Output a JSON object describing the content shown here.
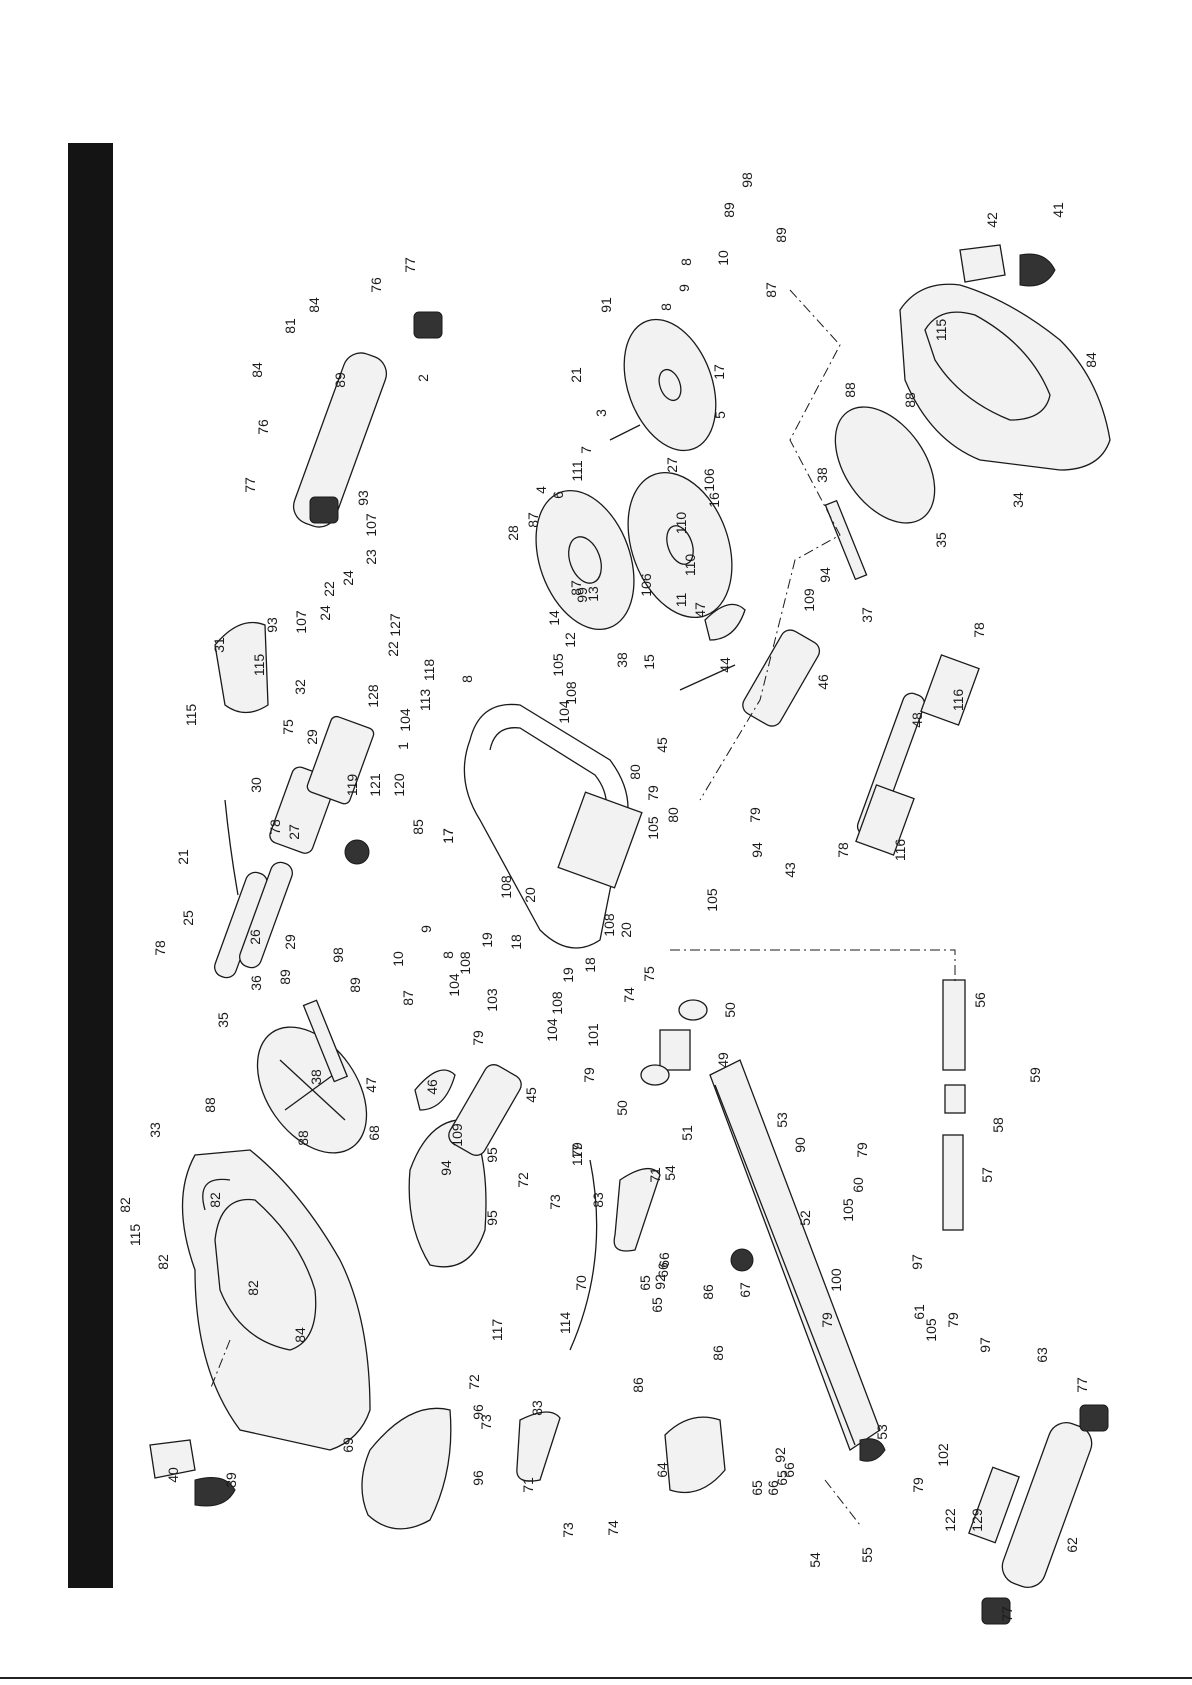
{
  "page": {
    "background": "#ffffff",
    "bar_color": "#141414",
    "line_color": "#1a1a1a"
  },
  "diagram": {
    "type": "exploded parts diagram",
    "part_numbers": [
      "1",
      "2",
      "3",
      "4",
      "5",
      "6",
      "7",
      "8",
      "9",
      "10",
      "11",
      "12",
      "13",
      "14",
      "15",
      "16",
      "17",
      "18",
      "19",
      "20",
      "21",
      "22",
      "23",
      "24",
      "25",
      "26",
      "27",
      "28",
      "29",
      "30",
      "31",
      "32",
      "33",
      "34",
      "35",
      "36",
      "37",
      "38",
      "39",
      "40",
      "41",
      "42",
      "43",
      "44",
      "45",
      "46",
      "47",
      "48",
      "49",
      "50",
      "51",
      "52",
      "53",
      "54",
      "55",
      "56",
      "57",
      "58",
      "59",
      "60",
      "61",
      "62",
      "63",
      "64",
      "65",
      "66",
      "67",
      "68",
      "69",
      "70",
      "71",
      "72",
      "73",
      "74",
      "75",
      "76",
      "77",
      "78",
      "79",
      "80",
      "81",
      "82",
      "83",
      "84",
      "85",
      "86",
      "87",
      "88",
      "89",
      "91",
      "92",
      "93",
      "94",
      "95",
      "96",
      "97",
      "98",
      "99",
      "100",
      "101",
      "102",
      "103",
      "104",
      "105",
      "106",
      "107",
      "108",
      "109",
      "110",
      "111",
      "113",
      "114",
      "115",
      "116",
      "117",
      "118",
      "119",
      "120",
      "121",
      "122",
      "127",
      "128",
      "129"
    ]
  },
  "callouts": [
    {
      "id": "c-115a",
      "text": "115"
    },
    {
      "id": "c-82a",
      "text": "82"
    },
    {
      "id": "c-33",
      "text": "33"
    },
    {
      "id": "c-82b",
      "text": "82"
    },
    {
      "id": "c-82c",
      "text": "82"
    },
    {
      "id": "c-82d",
      "text": "82"
    },
    {
      "id": "c-84a",
      "text": "84"
    },
    {
      "id": "c-88a",
      "text": "88"
    },
    {
      "id": "c-88b",
      "text": "88"
    },
    {
      "id": "c-35a",
      "text": "35"
    },
    {
      "id": "c-40",
      "text": "40"
    },
    {
      "id": "c-39",
      "text": "39"
    },
    {
      "id": "c-69",
      "text": "69"
    },
    {
      "id": "c-96a",
      "text": "96"
    },
    {
      "id": "c-96b",
      "text": "96"
    },
    {
      "id": "c-68",
      "text": "68"
    },
    {
      "id": "c-95a",
      "text": "95"
    },
    {
      "id": "c-95b",
      "text": "95"
    },
    {
      "id": "c-36",
      "text": "36"
    },
    {
      "id": "c-38a",
      "text": "38"
    },
    {
      "id": "c-47a",
      "text": "47"
    },
    {
      "id": "c-46a",
      "text": "46"
    },
    {
      "id": "c-109a",
      "text": "109"
    },
    {
      "id": "c-94a",
      "text": "94"
    },
    {
      "id": "c-29a",
      "text": "29"
    },
    {
      "id": "c-89a",
      "text": "89"
    },
    {
      "id": "c-98a",
      "text": "98"
    },
    {
      "id": "c-89b",
      "text": "89"
    },
    {
      "id": "c-10a",
      "text": "10"
    },
    {
      "id": "c-87a",
      "text": "87"
    },
    {
      "id": "c-78a",
      "text": "78"
    },
    {
      "id": "c-25",
      "text": "25"
    },
    {
      "id": "c-26",
      "text": "26"
    },
    {
      "id": "c-21a",
      "text": "21"
    },
    {
      "id": "c-78b",
      "text": "78"
    },
    {
      "id": "c-27a",
      "text": "27"
    },
    {
      "id": "c-17a",
      "text": "17"
    },
    {
      "id": "c-30",
      "text": "30"
    },
    {
      "id": "c-119",
      "text": "119"
    },
    {
      "id": "c-121",
      "text": "121"
    },
    {
      "id": "c-120",
      "text": "120"
    },
    {
      "id": "c-85",
      "text": "85"
    },
    {
      "id": "c-75a",
      "text": "75"
    },
    {
      "id": "c-29b",
      "text": "29"
    },
    {
      "id": "c-32",
      "text": "32"
    },
    {
      "id": "c-115b",
      "text": "115"
    },
    {
      "id": "c-31",
      "text": "31"
    },
    {
      "id": "c-115c",
      "text": "115"
    },
    {
      "id": "c-77a",
      "text": "77"
    },
    {
      "id": "c-76a",
      "text": "76"
    },
    {
      "id": "c-84b",
      "text": "84"
    },
    {
      "id": "c-81",
      "text": "81"
    },
    {
      "id": "c-89c",
      "text": "89"
    },
    {
      "id": "c-84c",
      "text": "84"
    },
    {
      "id": "c-76b",
      "text": "76"
    },
    {
      "id": "c-77b",
      "text": "77"
    },
    {
      "id": "c-2",
      "text": "2"
    },
    {
      "id": "c-93a",
      "text": "93"
    },
    {
      "id": "c-107a",
      "text": "107"
    },
    {
      "id": "c-24a",
      "text": "24"
    },
    {
      "id": "c-22a",
      "text": "22"
    },
    {
      "id": "c-24b",
      "text": "24"
    },
    {
      "id": "c-23",
      "text": "23"
    },
    {
      "id": "c-107b",
      "text": "107"
    },
    {
      "id": "c-93b",
      "text": "93"
    },
    {
      "id": "c-128",
      "text": "128"
    },
    {
      "id": "c-22b",
      "text": "22"
    },
    {
      "id": "c-127",
      "text": "127"
    },
    {
      "id": "c-104a",
      "text": "104"
    },
    {
      "id": "c-113",
      "text": "113"
    },
    {
      "id": "c-118",
      "text": "118"
    },
    {
      "id": "c-1",
      "text": "1"
    },
    {
      "id": "c-8a",
      "text": "8"
    },
    {
      "id": "c-9a",
      "text": "9"
    },
    {
      "id": "c-8b",
      "text": "8"
    },
    {
      "id": "c-104b",
      "text": "104"
    },
    {
      "id": "c-108a",
      "text": "108"
    },
    {
      "id": "c-19a",
      "text": "19"
    },
    {
      "id": "c-18a",
      "text": "18"
    },
    {
      "id": "c-20a",
      "text": "20"
    },
    {
      "id": "c-108b",
      "text": "108"
    },
    {
      "id": "c-17b",
      "text": "17"
    },
    {
      "id": "c-79a",
      "text": "79"
    },
    {
      "id": "c-103",
      "text": "103"
    },
    {
      "id": "c-104c",
      "text": "104"
    },
    {
      "id": "c-108c",
      "text": "108"
    },
    {
      "id": "c-19b",
      "text": "19"
    },
    {
      "id": "c-18b",
      "text": "18"
    },
    {
      "id": "c-74a",
      "text": "74"
    },
    {
      "id": "c-75b",
      "text": "75"
    },
    {
      "id": "c-20b",
      "text": "20"
    },
    {
      "id": "c-108d",
      "text": "108"
    },
    {
      "id": "c-79b",
      "text": "79"
    },
    {
      "id": "c-101",
      "text": "101"
    },
    {
      "id": "c-45a",
      "text": "45"
    },
    {
      "id": "c-50a",
      "text": "50"
    },
    {
      "id": "c-49",
      "text": "49"
    },
    {
      "id": "c-50b",
      "text": "50"
    },
    {
      "id": "c-51",
      "text": "51"
    },
    {
      "id": "c-79c",
      "text": "79"
    },
    {
      "id": "c-72a",
      "text": "72"
    },
    {
      "id": "c-73a",
      "text": "73"
    },
    {
      "id": "c-117a",
      "text": "117"
    },
    {
      "id": "c-83a",
      "text": "83"
    },
    {
      "id": "c-71a",
      "text": "71"
    },
    {
      "id": "c-54a",
      "text": "54"
    },
    {
      "id": "c-53a",
      "text": "53"
    },
    {
      "id": "c-90",
      "text": "90"
    },
    {
      "id": "c-52",
      "text": "52"
    },
    {
      "id": "c-70",
      "text": "70"
    },
    {
      "id": "c-66a",
      "text": "66"
    },
    {
      "id": "c-65a",
      "text": "65"
    },
    {
      "id": "c-92a",
      "text": "92"
    },
    {
      "id": "c-65b",
      "text": "65"
    },
    {
      "id": "c-66b",
      "text": "66"
    },
    {
      "id": "c-86a",
      "text": "86"
    },
    {
      "id": "c-67",
      "text": "67"
    },
    {
      "id": "c-114",
      "text": "114"
    },
    {
      "id": "c-117b",
      "text": "117"
    },
    {
      "id": "c-72b",
      "text": "72"
    },
    {
      "id": "c-73b",
      "text": "73"
    },
    {
      "id": "c-83b",
      "text": "83"
    },
    {
      "id": "c-86b",
      "text": "86"
    },
    {
      "id": "c-71b",
      "text": "71"
    },
    {
      "id": "c-73c",
      "text": "73"
    },
    {
      "id": "c-74b",
      "text": "74"
    },
    {
      "id": "c-64",
      "text": "64"
    },
    {
      "id": "c-86c",
      "text": "86"
    },
    {
      "id": "c-66c",
      "text": "66"
    },
    {
      "id": "c-65c",
      "text": "65"
    },
    {
      "id": "c-92b",
      "text": "92"
    },
    {
      "id": "c-65d",
      "text": "65"
    },
    {
      "id": "c-66d",
      "text": "66"
    },
    {
      "id": "c-54b",
      "text": "54"
    },
    {
      "id": "c-55",
      "text": "55"
    },
    {
      "id": "c-53b",
      "text": "53"
    },
    {
      "id": "c-60",
      "text": "60"
    },
    {
      "id": "c-105a",
      "text": "105"
    },
    {
      "id": "c-79d",
      "text": "79"
    },
    {
      "id": "c-97a",
      "text": "97"
    },
    {
      "id": "c-100",
      "text": "100"
    },
    {
      "id": "c-79e",
      "text": "79"
    },
    {
      "id": "c-61",
      "text": "61"
    },
    {
      "id": "c-105b",
      "text": "105"
    },
    {
      "id": "c-79f",
      "text": "79"
    },
    {
      "id": "c-97b",
      "text": "97"
    },
    {
      "id": "c-63",
      "text": "63"
    },
    {
      "id": "c-77c",
      "text": "77"
    },
    {
      "id": "c-102",
      "text": "102"
    },
    {
      "id": "c-79g",
      "text": "79"
    },
    {
      "id": "c-122",
      "text": "122"
    },
    {
      "id": "c-129",
      "text": "129"
    },
    {
      "id": "c-62",
      "text": "62"
    },
    {
      "id": "c-77d",
      "text": "77"
    },
    {
      "id": "c-57",
      "text": "57"
    },
    {
      "id": "c-58",
      "text": "58"
    },
    {
      "id": "c-59",
      "text": "59"
    },
    {
      "id": "c-56",
      "text": "56"
    },
    {
      "id": "c-43",
      "text": "43"
    },
    {
      "id": "c-94b",
      "text": "94"
    },
    {
      "id": "c-79h",
      "text": "79"
    },
    {
      "id": "c-105c",
      "text": "105"
    },
    {
      "id": "c-80a",
      "text": "80"
    },
    {
      "id": "c-105d",
      "text": "105"
    },
    {
      "id": "c-79i",
      "text": "79"
    },
    {
      "id": "c-80b",
      "text": "80"
    },
    {
      "id": "c-45b",
      "text": "45"
    },
    {
      "id": "c-44",
      "text": "44"
    },
    {
      "id": "c-104d",
      "text": "104"
    },
    {
      "id": "c-108e",
      "text": "108"
    },
    {
      "id": "c-105e",
      "text": "105"
    },
    {
      "id": "c-12",
      "text": "12"
    },
    {
      "id": "c-14",
      "text": "14"
    },
    {
      "id": "c-13",
      "text": "13"
    },
    {
      "id": "c-99",
      "text": "99"
    },
    {
      "id": "c-38b",
      "text": "38"
    },
    {
      "id": "c-15",
      "text": "15"
    },
    {
      "id": "c-87b",
      "text": "87"
    },
    {
      "id": "c-87c",
      "text": "87"
    },
    {
      "id": "c-28",
      "text": "28"
    },
    {
      "id": "c-4",
      "text": "4"
    },
    {
      "id": "c-11",
      "text": "11"
    },
    {
      "id": "c-106a",
      "text": "106"
    },
    {
      "id": "c-110a",
      "text": "110"
    },
    {
      "id": "c-47b",
      "text": "47"
    },
    {
      "id": "c-46b",
      "text": "46"
    },
    {
      "id": "c-109b",
      "text": "109"
    },
    {
      "id": "c-94c",
      "text": "94"
    },
    {
      "id": "c-16",
      "text": "16"
    },
    {
      "id": "c-106b",
      "text": "106"
    },
    {
      "id": "c-110b",
      "text": "110"
    },
    {
      "id": "c-27b",
      "text": "27"
    },
    {
      "id": "c-6",
      "text": "6"
    },
    {
      "id": "c-111",
      "text": "111"
    },
    {
      "id": "c-7",
      "text": "7"
    },
    {
      "id": "c-3",
      "text": "3"
    },
    {
      "id": "c-21b",
      "text": "21"
    },
    {
      "id": "c-5",
      "text": "5"
    },
    {
      "id": "c-17c",
      "text": "17"
    },
    {
      "id": "c-91",
      "text": "91"
    },
    {
      "id": "c-8c",
      "text": "8"
    },
    {
      "id": "c-9b",
      "text": "9"
    },
    {
      "id": "c-8d",
      "text": "8"
    },
    {
      "id": "c-10b",
      "text": "10"
    },
    {
      "id": "c-89d",
      "text": "89"
    },
    {
      "id": "c-98b",
      "text": "98"
    },
    {
      "id": "c-89e",
      "text": "89"
    },
    {
      "id": "c-87d",
      "text": "87"
    },
    {
      "id": "c-42",
      "text": "42"
    },
    {
      "id": "c-41",
      "text": "41"
    },
    {
      "id": "c-115d",
      "text": "115"
    },
    {
      "id": "c-84d",
      "text": "84"
    },
    {
      "id": "c-34",
      "text": "34"
    },
    {
      "id": "c-35b",
      "text": "35"
    },
    {
      "id": "c-88c",
      "text": "88"
    },
    {
      "id": "c-88d",
      "text": "88"
    },
    {
      "id": "c-38c",
      "text": "38"
    },
    {
      "id": "c-37",
      "text": "37"
    },
    {
      "id": "c-48",
      "text": "48"
    },
    {
      "id": "c-116a",
      "text": "116"
    },
    {
      "id": "c-78c",
      "text": "78"
    },
    {
      "id": "c-116b",
      "text": "116"
    },
    {
      "id": "c-78d",
      "text": "78"
    }
  ]
}
